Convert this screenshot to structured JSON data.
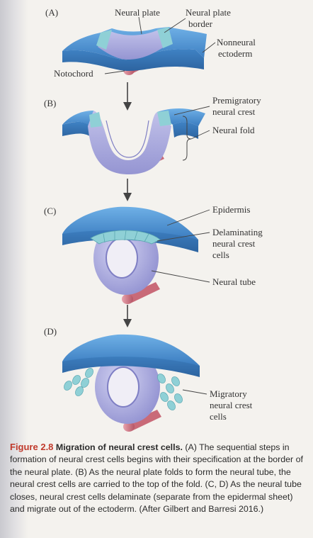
{
  "panels": {
    "a": "(A)",
    "b": "(B)",
    "c": "(C)",
    "d": "(D)"
  },
  "labels": {
    "neural_plate": "Neural plate",
    "neural_plate_border_1": "Neural plate",
    "neural_plate_border_2": "border",
    "nonneural_1": "Nonneural",
    "nonneural_2": "ectoderm",
    "notochord": "Notochord",
    "premigratory_1": "Premigratory",
    "premigratory_2": "neural crest",
    "neural_fold": "Neural fold",
    "epidermis": "Epidermis",
    "delaminating_1": "Delaminating",
    "delaminating_2": "neural crest",
    "delaminating_3": "cells",
    "neural_tube": "Neural tube",
    "migratory_1": "Migratory",
    "migratory_2": "neural crest",
    "migratory_3": "cells"
  },
  "caption": {
    "number": "Figure 2.8",
    "title": "Migration of neural crest cells.",
    "body": "(A) The sequential steps in formation of neural crest cells begins with their specification at the border of the neural plate. (B) As the neural plate folds to form the neural tube, the neural crest cells are carried to the top of the fold. (C, D) As the neural tube closes, neural crest cells delaminate (separate from the epidermal sheet) and migrate out of the ectoderm. (After Gilbert and Barresi 2016.)"
  },
  "colors": {
    "ectoderm": "#4a8fd0",
    "neural_plate": "#a8a8dc",
    "neural_crest": "#8fd0d6",
    "notochord": "#d98894",
    "caption_accent": "#c0392b"
  }
}
